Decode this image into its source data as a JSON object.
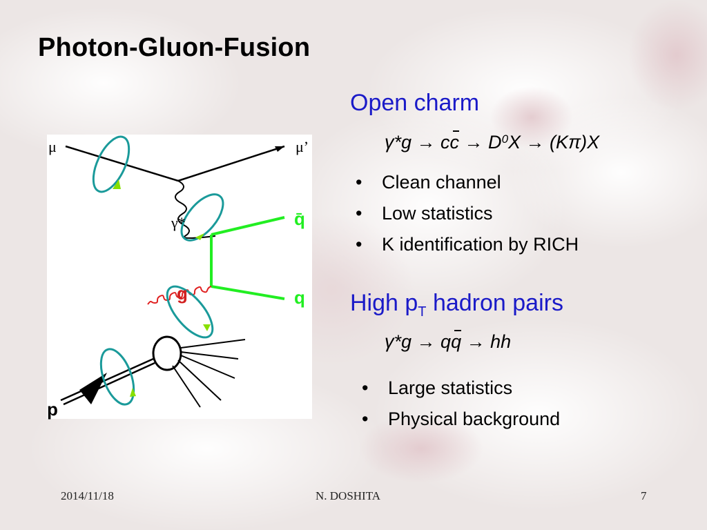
{
  "slide": {
    "title": "Photon-Gluon-Fusion",
    "open_charm": {
      "heading": "Open charm",
      "equation": {
        "gamma": "γ",
        "star_g": "*g ",
        "arrow1": "→ ",
        "cc_c1": "c",
        "cc_c2": "c",
        "arrow2": " → D",
        "d_sup": "0",
        "x1": "X ",
        "arrow3": "→ (K",
        "pi": "π",
        "close": ")X"
      },
      "bullets": [
        "Clean channel",
        "Low statistics",
        "K identification by RICH"
      ]
    },
    "high_pt": {
      "heading_main": "High p",
      "heading_sub": "T",
      "heading_rest": " hadron pairs",
      "equation": {
        "gamma": "γ",
        "star_g": "*g ",
        "arrow1": "→ ",
        "qq_q1": "q",
        "qq_q2": "q",
        "arrow2": " → hh"
      },
      "bullets": [
        "Large statistics",
        "Physical background"
      ]
    },
    "diagram": {
      "label_mu_in": "μ",
      "label_mu_out": "μ’",
      "label_gamma_star": "γ*",
      "label_qbar": "q̄",
      "label_q": "q",
      "label_g": "g",
      "label_p": "p",
      "colors": {
        "quark_line": "#22ee22",
        "ellipse": "#1a9a9a",
        "arrow": "#88e000",
        "gluon": "#e02020",
        "label_color": "#d22020"
      }
    },
    "footer": {
      "date": "2014/11/18",
      "author": "N. DOSHITA",
      "page": "7"
    }
  }
}
